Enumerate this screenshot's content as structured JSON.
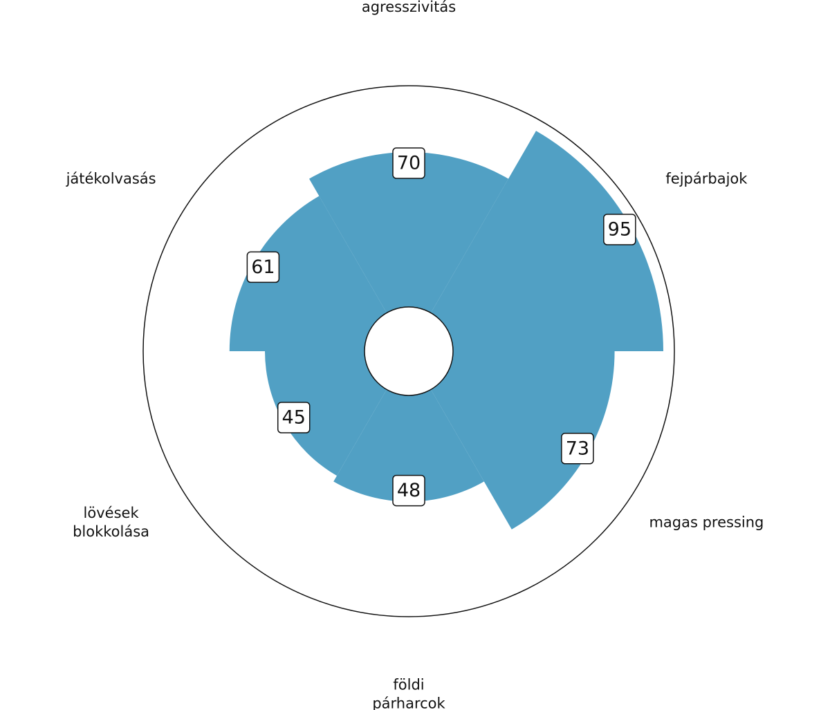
{
  "chart_data": {
    "type": "polar-bar",
    "range": [
      0,
      100
    ],
    "fill_color": "#51A0C4",
    "categories": [
      {
        "label": [
          "agresszivitás"
        ],
        "value": 70
      },
      {
        "label": [
          "fejpárbajok"
        ],
        "value": 95
      },
      {
        "label": [
          "magas pressing"
        ],
        "value": 73
      },
      {
        "label": [
          "földi",
          "párharcok"
        ],
        "value": 48
      },
      {
        "label": [
          "lövések",
          "blokkolása"
        ],
        "value": 45
      },
      {
        "label": [
          "játékolvasás"
        ],
        "value": 61
      }
    ]
  }
}
